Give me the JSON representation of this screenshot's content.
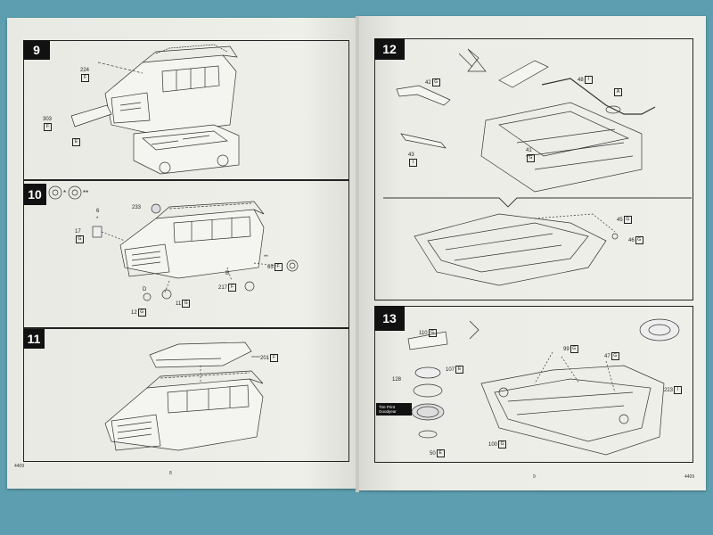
{
  "page_left": {
    "code": "4409",
    "page_no": "8",
    "steps": [
      {
        "num": "9",
        "labels": [
          {
            "num": "224",
            "box": "F"
          },
          {
            "num": "303",
            "box": "F"
          },
          {
            "num": "",
            "box": "E"
          }
        ]
      },
      {
        "num": "10",
        "header_mark_1": "*",
        "header_mark_2": "**",
        "labels": [
          {
            "num": "6",
            "box": ""
          },
          {
            "num": "*",
            "box": ""
          },
          {
            "num": "17",
            "box": ""
          },
          {
            "num": "",
            "box": "G"
          },
          {
            "num": "233",
            "box": ""
          },
          {
            "num": "D",
            "box": ""
          },
          {
            "num": "12",
            "box": "G"
          },
          {
            "num": "11",
            "box": "G"
          },
          {
            "num": "B",
            "box": ""
          },
          {
            "num": "217",
            "box": "F"
          },
          {
            "num": "65",
            "box": "F"
          },
          {
            "num": "**",
            "box": ""
          }
        ]
      },
      {
        "num": "11",
        "labels": [
          {
            "num": "201",
            "box": "F"
          }
        ]
      }
    ]
  },
  "page_right": {
    "code": "4409",
    "page_no": "9",
    "steps": [
      {
        "num": "12",
        "labels": [
          {
            "num": "42",
            "box": "G"
          },
          {
            "num": "43",
            "box": "I"
          },
          {
            "num": "48",
            "box": "I"
          },
          {
            "num": "",
            "box": "A"
          },
          {
            "num": "41",
            "box": "G"
          },
          {
            "num": "45",
            "box": "G"
          },
          {
            "num": "46",
            "box": "G"
          }
        ]
      },
      {
        "num": "13",
        "callout_text": "Tire Print Goodyear",
        "labels": [
          {
            "num": "110",
            "box": "G"
          },
          {
            "num": "107",
            "box": "E"
          },
          {
            "num": "128",
            "box": ""
          },
          {
            "num": "50",
            "box": "E"
          },
          {
            "num": "99",
            "box": "G"
          },
          {
            "num": "47",
            "box": "G"
          },
          {
            "num": "223",
            "box": "I"
          },
          {
            "num": "100",
            "box": "G"
          }
        ]
      }
    ]
  }
}
